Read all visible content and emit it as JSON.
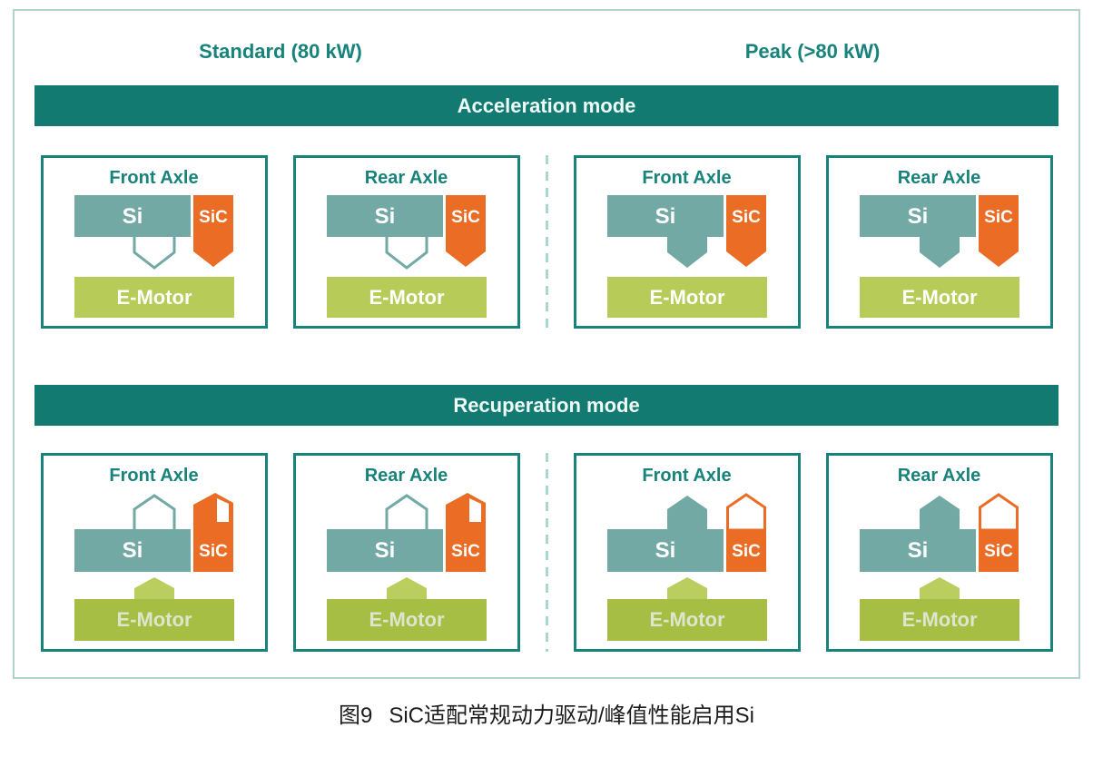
{
  "figure": {
    "column_headers": {
      "left": "Standard (80 kW)",
      "right": "Peak (>80 kW)"
    },
    "block_labels": {
      "si": "Si",
      "sic": "SiC",
      "motor": "E-Motor"
    },
    "modes": [
      {
        "title": "Acceleration mode",
        "panels": [
          {
            "axle": "Front Axle",
            "column": "Standard",
            "si_flow": "inactive",
            "sic_flow": "active"
          },
          {
            "axle": "Rear Axle",
            "column": "Standard",
            "si_flow": "inactive",
            "sic_flow": "active"
          },
          {
            "axle": "Front Axle",
            "column": "Peak",
            "si_flow": "active",
            "sic_flow": "active"
          },
          {
            "axle": "Rear Axle",
            "column": "Peak",
            "si_flow": "active",
            "sic_flow": "active"
          }
        ]
      },
      {
        "title": "Recuperation mode",
        "panels": [
          {
            "axle": "Front Axle",
            "column": "Standard",
            "si_flow": "inactive",
            "sic_flow": "active"
          },
          {
            "axle": "Rear Axle",
            "column": "Standard",
            "si_flow": "inactive",
            "sic_flow": "active"
          },
          {
            "axle": "Front Axle",
            "column": "Peak",
            "si_flow": "active",
            "sic_flow": "inactive"
          },
          {
            "axle": "Rear Axle",
            "column": "Peak",
            "si_flow": "active",
            "sic_flow": "inactive"
          }
        ]
      }
    ]
  },
  "caption": {
    "number": "图9",
    "text": "SiC适配常规动力驱动/峰值性能启用Si"
  },
  "colors": {
    "teal": "#17837b",
    "banner": "#137a72",
    "si": "#72a9a4",
    "sic": "#ea6c25",
    "motor-accel": "#b6cb58",
    "motor-recup": "#a5be43",
    "motor-arrow": "#bacd5f",
    "outer-border": "#aed4cc",
    "divider-dash": "#a9d6ce"
  }
}
